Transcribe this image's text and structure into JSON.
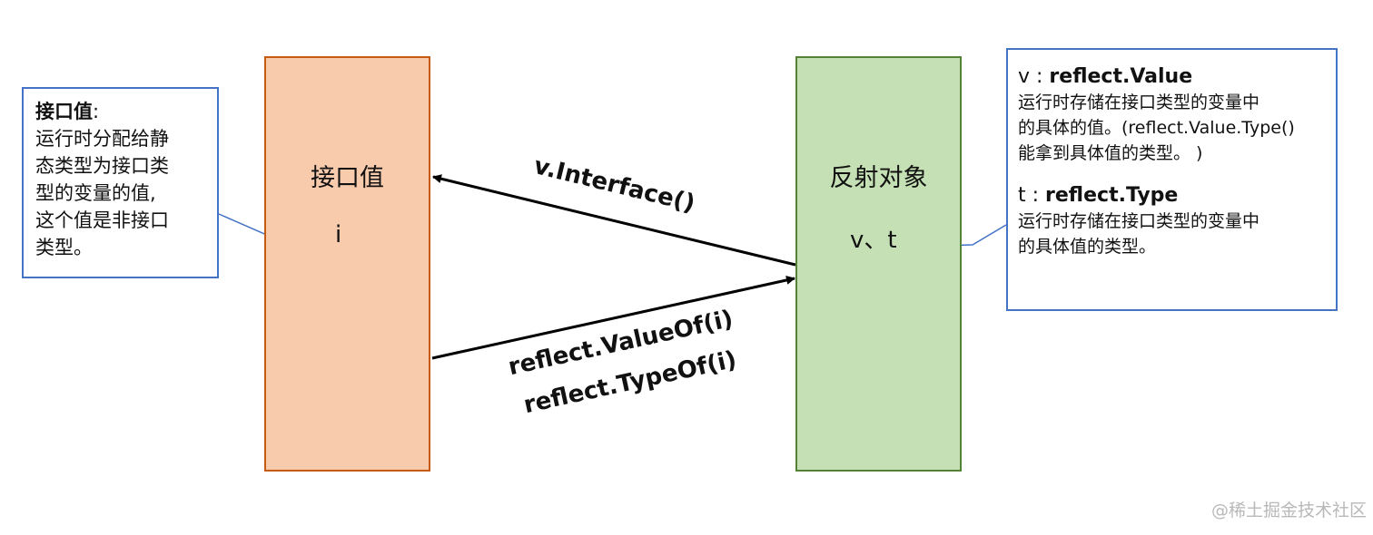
{
  "interface_box": {
    "title": "接口值",
    "var": "i"
  },
  "reflect_box": {
    "title": "反射对象",
    "vars": "v、t"
  },
  "note_left": {
    "title": "接口值",
    "colon": ":",
    "lines": [
      "运行时分配给静",
      "态类型为接口类",
      "型的变量的值,",
      "这个值是非接口",
      "类型。"
    ]
  },
  "note_right": {
    "value_prefix": "v : ",
    "value_type": "reflect.Value",
    "value_lines": [
      "运行时存储在接口类型的变量中",
      "的具体的值。(reflect.Value.Type()",
      "能拿到具体值的类型。 )"
    ],
    "type_prefix": "t :  ",
    "type_type": "reflect.Type",
    "type_lines": [
      "运行时存储在接口类型的变量中",
      "的具体值的类型。"
    ]
  },
  "arrows": {
    "to_interface": "v.Interface()",
    "to_reflect_1": "reflect.ValueOf(i)",
    "to_reflect_2": "reflect.TypeOf(i)"
  },
  "watermark": "@稀土掘金技术社区"
}
